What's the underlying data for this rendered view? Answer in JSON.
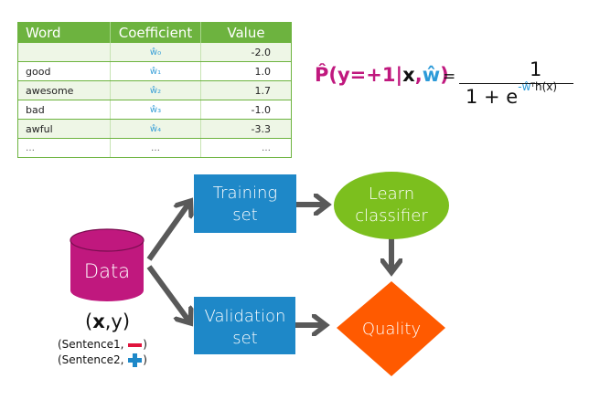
{
  "table": {
    "headers": [
      "Word",
      "Coefficient",
      "Value"
    ],
    "rows": [
      {
        "word": "",
        "coef": "ŵ₀",
        "value": "-2.0"
      },
      {
        "word": "good",
        "coef": "ŵ₁",
        "value": "1.0"
      },
      {
        "word": "awesome",
        "coef": "ŵ₂",
        "value": "1.7"
      },
      {
        "word": "bad",
        "coef": "ŵ₃",
        "value": "-1.0"
      },
      {
        "word": "awful",
        "coef": "ŵ₄",
        "value": "-3.3"
      },
      {
        "word": "…",
        "coef": "…",
        "value": "…"
      }
    ]
  },
  "formula": {
    "lhs_p": "P̂(y=+1|",
    "lhs_x": "x",
    "lhs_comma": ",",
    "lhs_w": "ŵ",
    "lhs_close": ")",
    "equals": "=",
    "numerator": "1",
    "denominator": "1 + e",
    "exp_w": "-ŵ",
    "exp_rest": "ᵀh(x)"
  },
  "diagram": {
    "data_label": "Data",
    "training_line1": "Training",
    "training_line2": "set",
    "validation_line1": "Validation",
    "validation_line2": "set",
    "learn_line1": "Learn",
    "learn_line2": "classifier",
    "quality_label": "Quality",
    "xy_open": "(",
    "xy_x": "x",
    "xy_rest": ",y)",
    "pair1": "(Sentence1,",
    "pair1_close": ")",
    "pair2": "(Sentence2,",
    "pair2_close": ")"
  },
  "colors": {
    "table_header": "#6db33f",
    "coef_text": "#3aa0d8",
    "data_cylinder": "#c0187e",
    "set_box": "#1e88c8",
    "learn_ellipse": "#7cbf1e",
    "quality_diamond": "#ff5a00",
    "arrow": "#595959",
    "minus_icon": "#e0143c",
    "plus_icon": "#1e88c8"
  }
}
